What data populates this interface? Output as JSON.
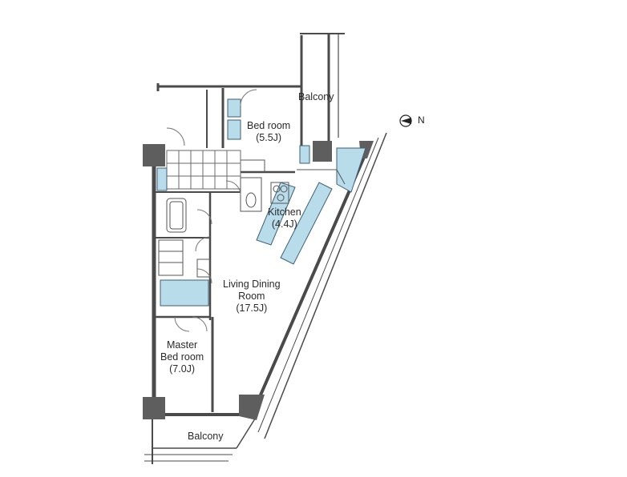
{
  "rooms": {
    "balcony_top": {
      "label": "Balcony"
    },
    "bedroom": {
      "name": "Bed room",
      "size": "(5.5J)"
    },
    "kitchen": {
      "name": "Kitchen",
      "size": "(4.4J)"
    },
    "living": {
      "name1": "Living Dining",
      "name2": "Room",
      "size": "(17.5J)"
    },
    "master": {
      "name1": "Master",
      "name2": "Bed room",
      "size": "(7.0J)"
    },
    "balcony_bottom": {
      "label": "Balcony"
    }
  },
  "compass": {
    "letter": "N",
    "icon": "north-arrow-icon"
  },
  "colors": {
    "wall": "#4a4a4a",
    "column": "#606060",
    "fixture": "#b8dcea",
    "line": "#555555"
  }
}
